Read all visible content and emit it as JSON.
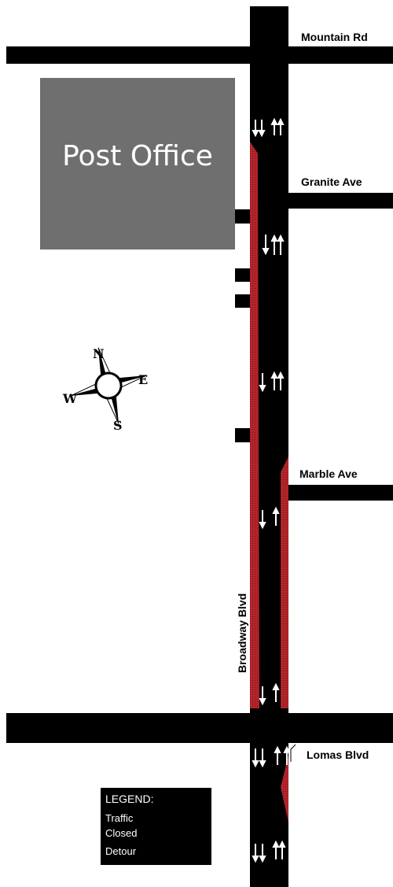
{
  "map": {
    "streets": {
      "mountain": "Mountain Rd",
      "granite": "Granite Ave",
      "marble": "Marble Ave",
      "lomas": "Lomas Blvd",
      "broadway": "Broadway Blvd"
    },
    "building_label": "Post Office",
    "compass": {
      "north": "N",
      "south": "S",
      "east": "E",
      "west": "W"
    },
    "legend": {
      "title": "LEGEND:",
      "traffic": "Traffic",
      "closed": "Closed",
      "detour": "Detour"
    },
    "colors": {
      "road": "#000000",
      "closed": "#b3252a",
      "building": "#6f6f6f",
      "background": "#ffffff"
    }
  }
}
